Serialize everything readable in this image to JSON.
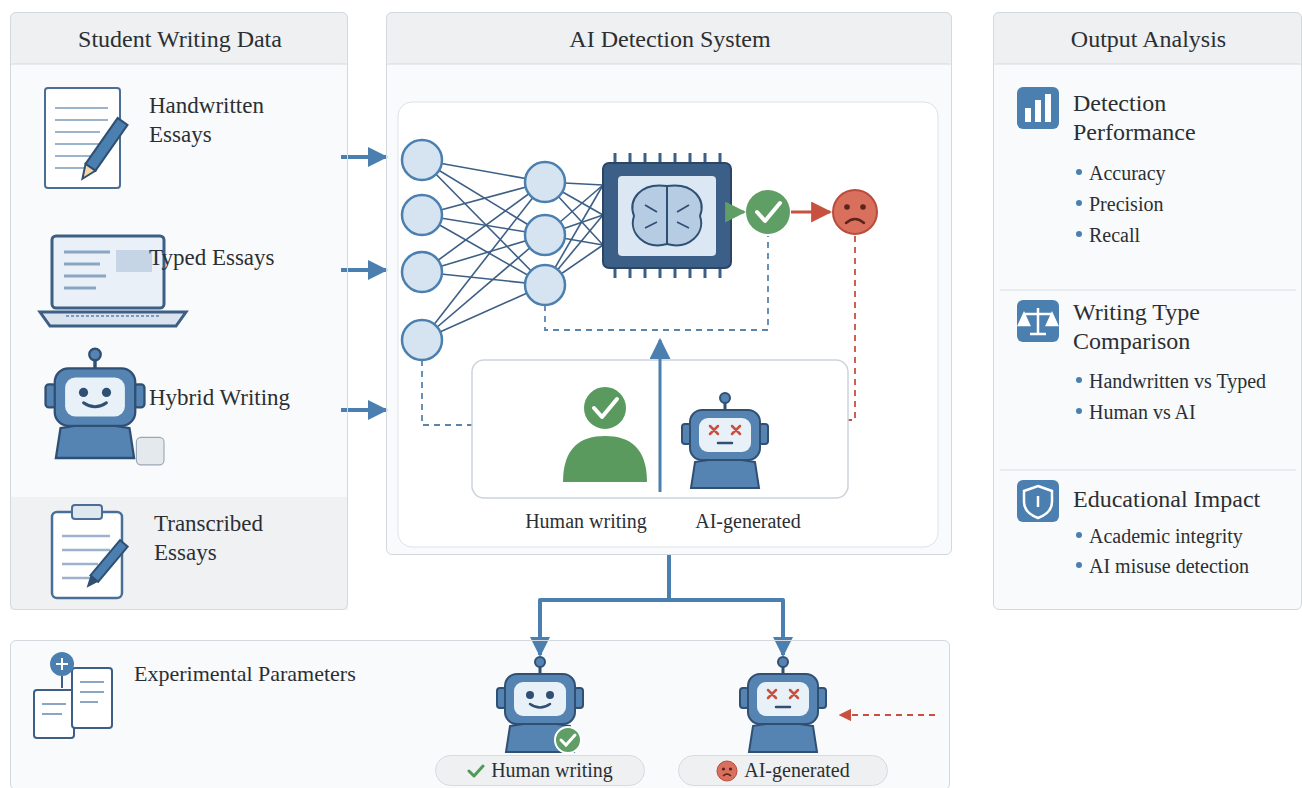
{
  "diagram": {
    "nodes": [
      {
        "text": [
          "Student Writing Data"
        ]
      },
      {
        "text": [
          "Handwritten Essays"
        ],
        "in": 0
      },
      {
        "text": [
          "Typed Essays"
        ],
        "in": 0
      },
      {
        "text": [
          "Hybrid Writing"
        ],
        "in": 0
      },
      {
        "text": [
          "Transcribed Essays"
        ],
        "in": 0
      },
      {
        "text": [
          "AI Detection System"
        ]
      },
      {
        "text": [
          "Human writing"
        ],
        "in": 5
      },
      {
        "text": [
          "AI-generated"
        ],
        "in": 5
      },
      {
        "text": [
          "Output Analysis"
        ]
      },
      {
        "text": [
          "Detection Performance",
          "Accuracy",
          "Precision",
          "Recall"
        ],
        "in": 8
      },
      {
        "text": [
          "Writing Type Comparison",
          "Handwritten vs Typed",
          "Human vs AI"
        ],
        "in": 8
      },
      {
        "text": [
          "Educational Impact",
          "Academic integrity",
          "AI misuse detection"
        ],
        "in": 8
      },
      {
        "text": [
          "Experimental Parameters"
        ]
      },
      {
        "text": [
          "Human writing"
        ]
      },
      {
        "text": [
          "AI-generated"
        ]
      }
    ],
    "edges": [
      {
        "from": 1,
        "to": 5,
        "arrow": "to"
      },
      {
        "from": 2,
        "to": 5,
        "arrow": "to"
      },
      {
        "from": 3,
        "to": 5,
        "arrow": "to"
      },
      {
        "from": 5,
        "to": 13,
        "arrow": "to"
      },
      {
        "from": 5,
        "to": 14,
        "arrow": "to"
      }
    ]
  }
}
